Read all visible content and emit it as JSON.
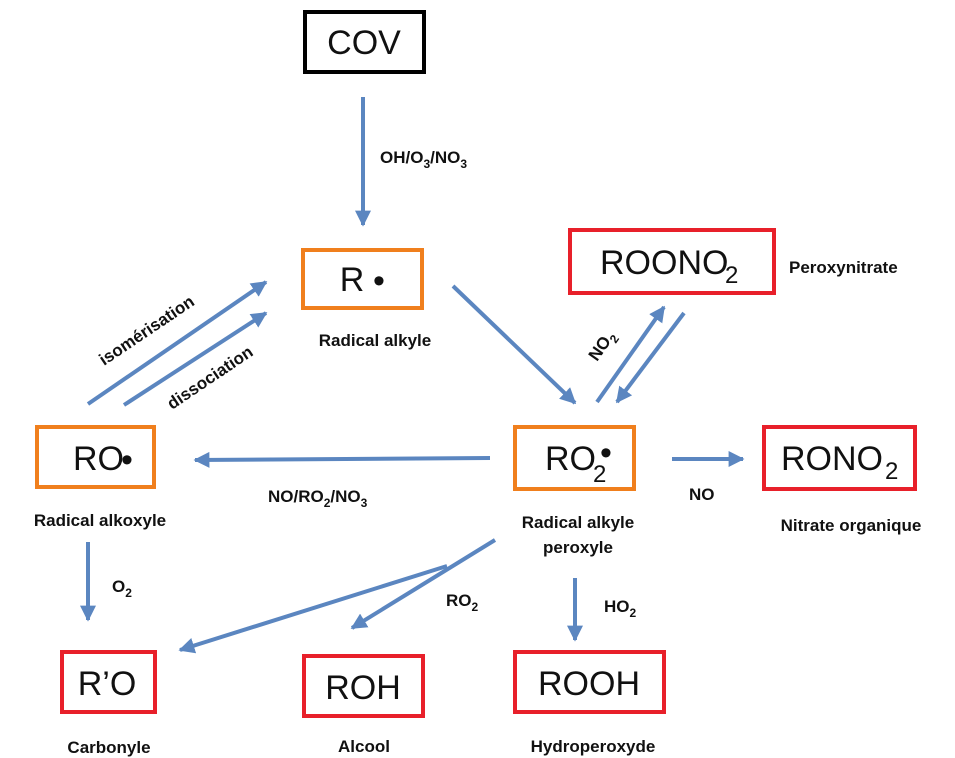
{
  "colors": {
    "black": "#000000",
    "orange": "#f07f1d",
    "red": "#e8202a",
    "arrow": "#5b86c0"
  },
  "nodes": {
    "cov": {
      "text": "COV"
    },
    "r": {
      "text": "R",
      "dot": "•",
      "caption": "Radical alkyle"
    },
    "roono2": {
      "text": "ROONO",
      "sub": "2",
      "caption": "Peroxynitrate"
    },
    "ro": {
      "text": "RO",
      "dot": "•",
      "caption": "Radical alkoxyle"
    },
    "ro2": {
      "text": "RO",
      "sub": "2",
      "dot": "•",
      "caption_line1": "Radical alkyle",
      "caption_line2": "peroxyle"
    },
    "rono2": {
      "text": "RONO",
      "sub": "2",
      "caption": "Nitrate organique"
    },
    "rprimeo": {
      "text": "R’O",
      "caption": "Carbonyle"
    },
    "roh": {
      "text": "ROH",
      "caption": "Alcool"
    },
    "rooh": {
      "text": "ROOH",
      "caption": "Hydroperoxyde"
    }
  },
  "arrow_labels": {
    "oxidants": {
      "p1": "OH/O",
      "s1": "3",
      "p2": "/NO",
      "s2": "3"
    },
    "isomerisation": "isomérisation",
    "dissociation": "dissociation",
    "no2": {
      "p": "NO",
      "s": "2"
    },
    "no_ro2_no3": {
      "p1": "NO/RO",
      "s1": "2",
      "p2": "/NO",
      "s2": "3"
    },
    "no": "NO",
    "o2": {
      "p": "O",
      "s": "2"
    },
    "ro2": {
      "p": "RO",
      "s": "2"
    },
    "ho2": {
      "p": "HO",
      "s": "2"
    }
  }
}
